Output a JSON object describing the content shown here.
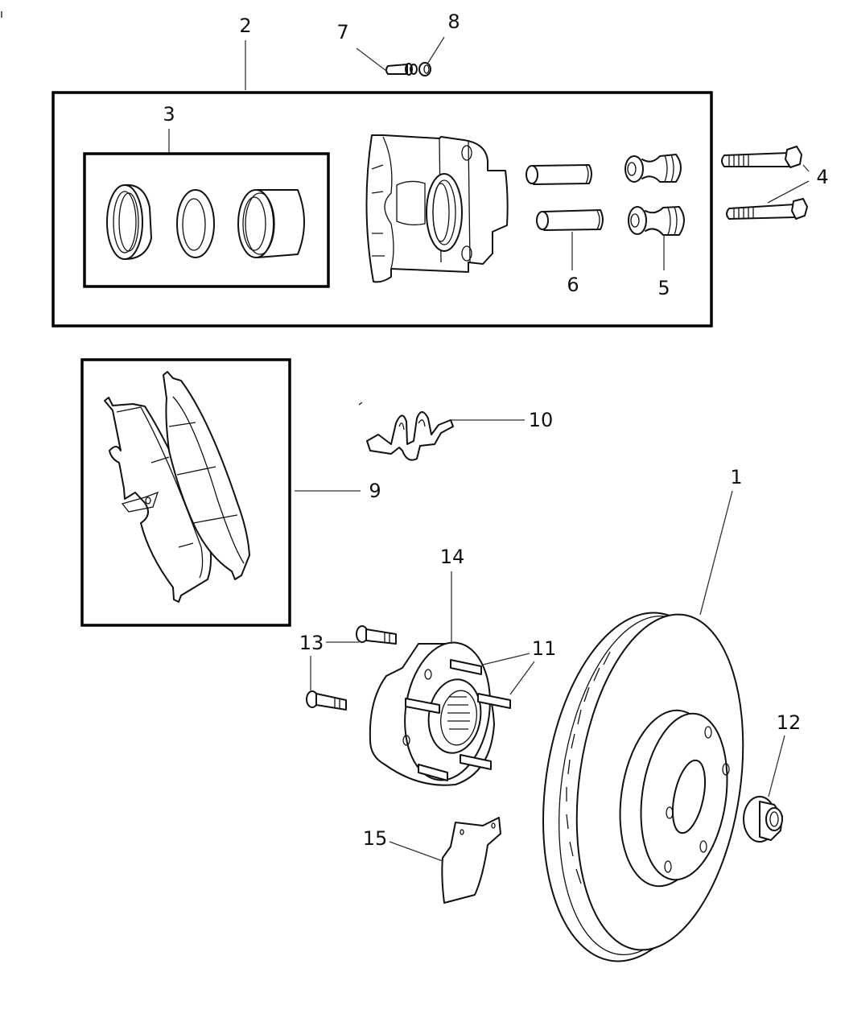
{
  "diagram": {
    "title": "Front Brake Assembly - Exploded Parts View",
    "colors": {
      "line": "#111111",
      "background": "#ffffff"
    },
    "callouts": [
      {
        "id": "1",
        "part": "rotor"
      },
      {
        "id": "2",
        "part": "caliper-assembly"
      },
      {
        "id": "3",
        "part": "piston-seal-kit"
      },
      {
        "id": "4",
        "part": "caliper-mounting-bolts"
      },
      {
        "id": "5",
        "part": "guide-pin-bushing"
      },
      {
        "id": "6",
        "part": "guide-pin-sleeve"
      },
      {
        "id": "7",
        "part": "bleeder-screw"
      },
      {
        "id": "8",
        "part": "bleeder-cap"
      },
      {
        "id": "9",
        "part": "brake-pad-set"
      },
      {
        "id": "10",
        "part": "anti-rattle-clip"
      },
      {
        "id": "11",
        "part": "wheel-studs"
      },
      {
        "id": "12",
        "part": "hub-nut"
      },
      {
        "id": "13",
        "part": "hub-mounting-bolts"
      },
      {
        "id": "14",
        "part": "hub-and-bearing"
      },
      {
        "id": "15",
        "part": "splash-shield"
      }
    ]
  }
}
